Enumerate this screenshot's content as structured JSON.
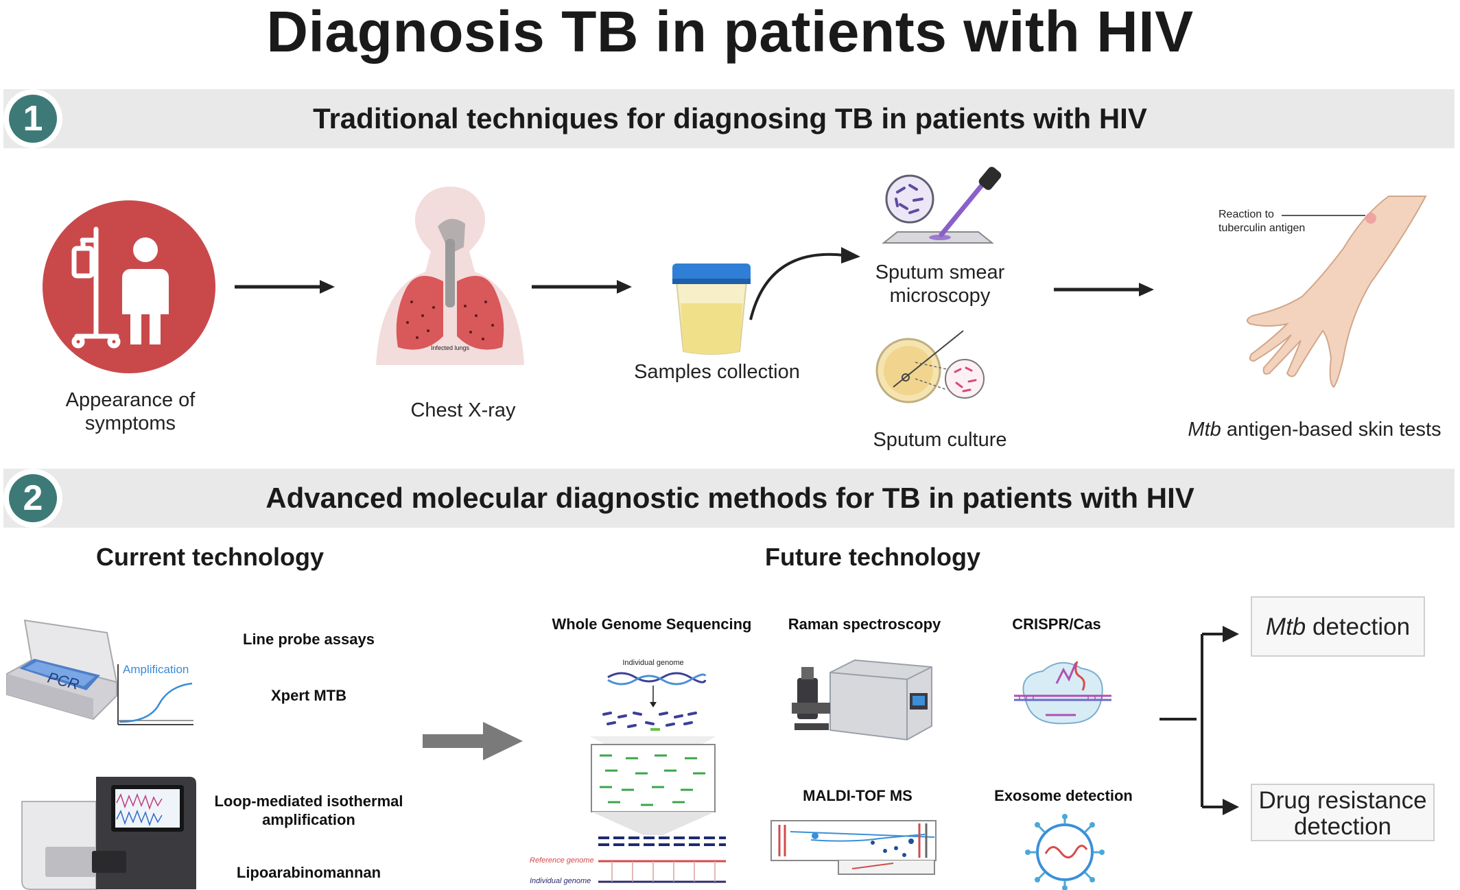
{
  "title": "Diagnosis TB in patients with HIV",
  "section1": {
    "number": "1",
    "title": "Traditional techniques for diagnosing TB in patients with HIV",
    "steps": {
      "symptoms": "Appearance of symptoms",
      "xray": "Chest X-ray",
      "xray_image_label": "Infected lungs",
      "samples": "Samples collection",
      "smear": "Sputum smear microscopy",
      "culture": "Sputum culture",
      "skin_reaction": "Reaction to tuberculin antigen",
      "skin_test_italic": "Mtb",
      "skin_test_rest": " antigen-based skin tests"
    }
  },
  "section2": {
    "number": "2",
    "title": "Advanced molecular diagnostic methods for TB in patients with HIV",
    "current": {
      "heading": "Current technology",
      "pcr_text": "PCR",
      "amplification_label": "Amplification",
      "methods": [
        "Line probe assays",
        "Xpert MTB",
        "Loop-mediated isothermal amplification",
        "Lipoarabinomannan"
      ]
    },
    "future": {
      "heading": "Future technology",
      "wgs": "Whole Genome Sequencing",
      "wgs_individual_genome_top": "Individual genome",
      "wgs_reference": "Reference genome",
      "wgs_individual": "Individual genome",
      "raman": "Raman spectroscopy",
      "crispr": "CRISPR/Cas",
      "maldi": "MALDI-TOF MS",
      "exosome": "Exosome detection"
    },
    "outcomes": {
      "mtb_italic": "Mtb",
      "mtb_rest": " detection",
      "drug": "Drug resistance detection"
    }
  },
  "colors": {
    "teal": "#3d7a77",
    "red": "#c9494b",
    "band": "#e9e9e9",
    "arrow": "#222222",
    "grey_arrow": "#777777"
  },
  "icons": [
    "iv-patient-icon",
    "lungs-icon",
    "sample-cup-icon",
    "microscope-slide-icon",
    "petri-dish-icon",
    "arm-icon",
    "pcr-machine-icon",
    "sequencer-icon",
    "dna-icon",
    "raman-spectrometer-icon",
    "crispr-icon",
    "maldi-tof-icon",
    "exosome-icon"
  ]
}
